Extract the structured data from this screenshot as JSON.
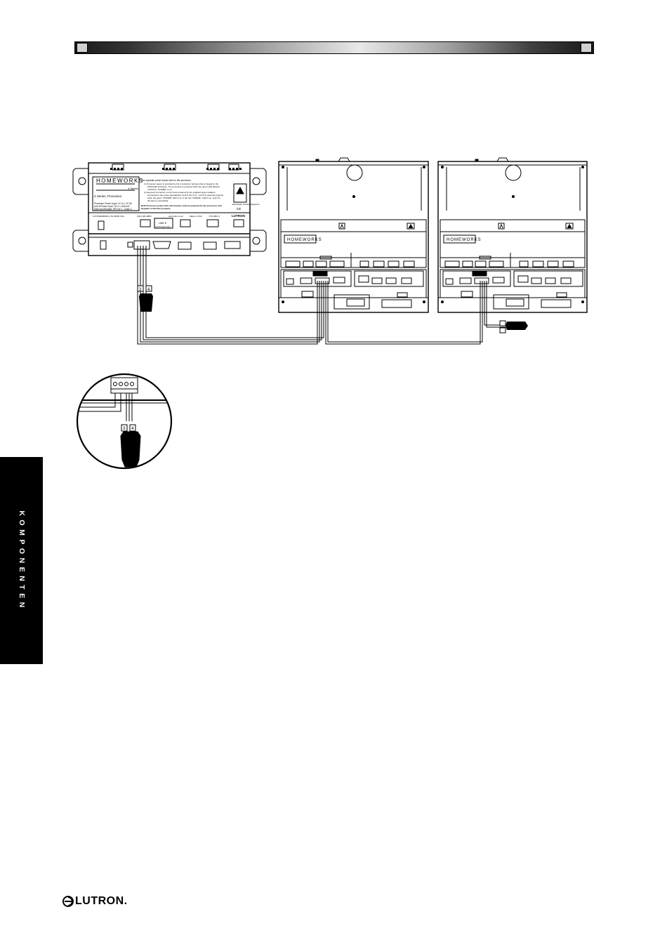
{
  "side_tab": {
    "label": "KOMPONENTEN"
  },
  "processor": {
    "brand": "HOMEWORKS",
    "model_suffix": "4 Series",
    "subtitle": "4 Series, Processor",
    "rating_1": "Processor Power Input: 12 V== 22 VA",
    "rating_2": "Link 8 Power Input: 15 V== 600 mA",
    "rating_3": "Data Input/Output: IPS Vol 1 - Class 2",
    "note_title": "Two separate power inputs exist on this processor:",
    "note_1a": "1) Processor power is provided by the 3 conductor harness that is integral to the",
    "note_1b": "PWG/LWA enclosure. The processor is powered when the green LED labeled",
    "note_1c": "\"STATUS - POWER\" is on.",
    "note_2a": "2) Segment Connector to Link 8 are powered by the supplied plug-in adapter",
    "note_2b": "connected to the power jack labeled \"Link 8 (15 V==)\". Link 8 is powered properly",
    "note_2c": "when the green \"POWER\" LED is on. If the red \"OVERFL\" LED is on, Link 8 is",
    "note_2d": "shorted or overloaded.",
    "note_bold_1": "Both Processor power and Link 8 power must be powered for the processor and",
    "note_bold_2": "keypads to function properly.",
    "warning": "Electrostatic Sensitive Equipment",
    "ce": "CE",
    "footer_1": "COOPERSBURG, PA 18036 USA",
    "footer_2": "(610) 282-3800",
    "footer_3": "www.lutron.com",
    "footer_4": "Made in USA",
    "footer_5": "P/N 068-LT",
    "footer_brand": "LUTRON",
    "link_label": "LINK 8",
    "jack_label": "Link 8 Power Input"
  },
  "enclosures": [
    {
      "brand": "HOMEWORKS"
    },
    {
      "brand": "HOMEWORKS"
    }
  ],
  "detail": {
    "tag_a": "3",
    "tag_b": "4"
  },
  "cable_tags": {
    "a": "3",
    "b": "4"
  },
  "footer": {
    "logo_text": "LUTRON."
  }
}
